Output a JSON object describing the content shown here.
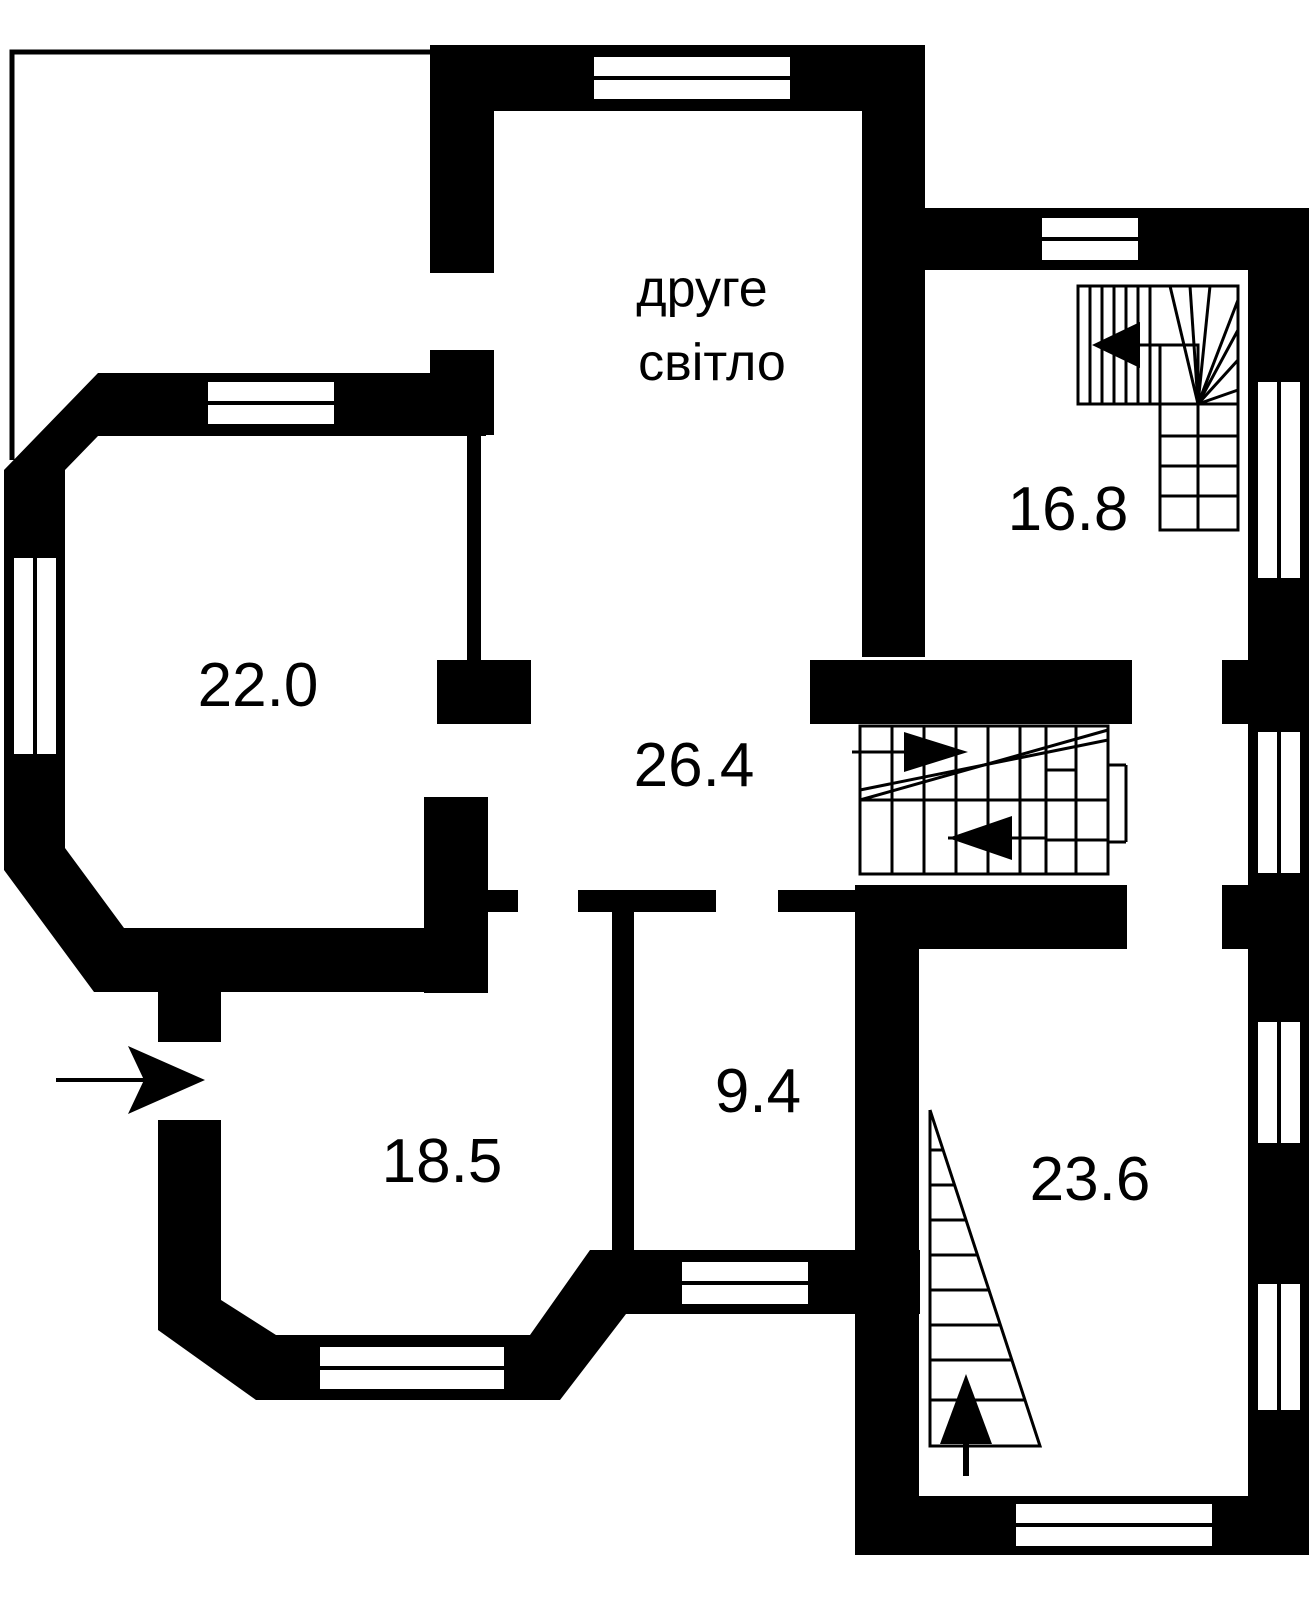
{
  "rooms": {
    "double_height": {
      "line1": "друге",
      "line2": "світло"
    },
    "hall": {
      "area": "26.4"
    },
    "room_left": {
      "area": "22.0"
    },
    "room_entry": {
      "area": "18.5"
    },
    "room_small": {
      "area": "9.4"
    },
    "room_stair_top": {
      "area": "16.8"
    },
    "room_stair_bottom": {
      "area": "23.6"
    }
  },
  "colors": {
    "wall": "#000000",
    "background": "#ffffff"
  }
}
